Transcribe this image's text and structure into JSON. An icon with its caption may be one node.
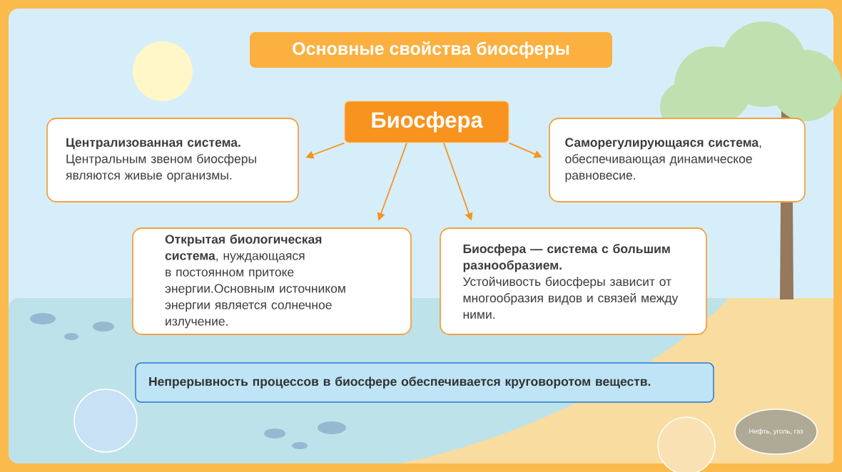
{
  "diagram": {
    "title": "Основные свойства биосферы",
    "nodes": [
      {
        "text": [
          "Биосфера"
        ]
      },
      {
        "text": [
          "Централизованная система.",
          "Центральным звеном биосферы являются живые организмы."
        ]
      },
      {
        "text": [
          "**Саморегулирующаяся система**, обеспечивающая динамическое равновесие."
        ]
      },
      {
        "text": [
          "**Открытая биологическая система**, нуждающаяся в постоянном притоке энергии.Основным источником энергии является солнечное излучение."
        ]
      },
      {
        "text": [
          "Биосфера — система с большим разнообразием.",
          "Устойчивость биосферы зависит от многообразия видов и связей между ними."
        ]
      },
      {
        "text": [
          "Непрерывность процессов в биосфере обеспечивается круговоротом веществ."
        ]
      },
      {
        "text": [
          "Нефть, уголь, газ"
        ]
      }
    ],
    "edges": [
      {
        "from": 0,
        "to": 1,
        "arrow": "to"
      },
      {
        "from": 0,
        "to": 3,
        "arrow": "to"
      },
      {
        "from": 0,
        "to": 4,
        "arrow": "to"
      },
      {
        "from": 0,
        "to": 2,
        "arrow": "to"
      }
    ]
  }
}
